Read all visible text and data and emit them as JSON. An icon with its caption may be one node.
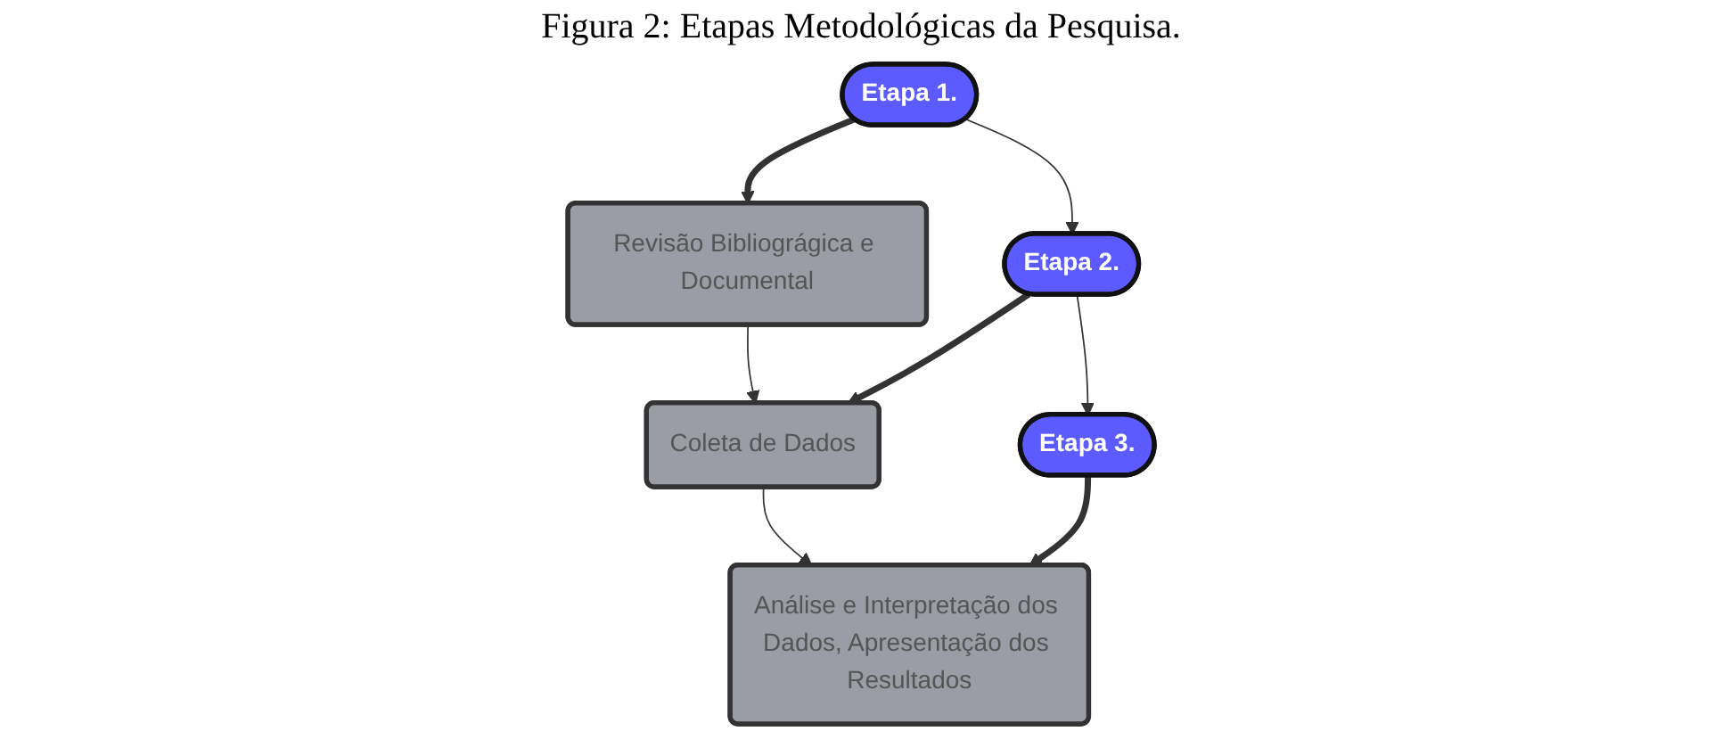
{
  "diagram": {
    "title": "Figura 2: Etapas Metodológicas da Pesquisa.",
    "nodes": [
      {
        "text": [
          "Etapa 1."
        ]
      },
      {
        "text": [
          "Revisão Bibliográgica e Documental"
        ]
      },
      {
        "text": [
          "Etapa 2."
        ]
      },
      {
        "text": [
          "Coleta de Dados"
        ]
      },
      {
        "text": [
          "Etapa 3."
        ]
      },
      {
        "text": [
          "Análise e Interpretação dos Dados, Apresentação dos Resultados"
        ]
      }
    ],
    "edges": [
      {
        "from": 0,
        "to": 1,
        "arrow": "to",
        "style": "thick"
      },
      {
        "from": 0,
        "to": 2,
        "arrow": "to"
      },
      {
        "from": 1,
        "to": 3,
        "arrow": "to"
      },
      {
        "from": 2,
        "to": 3,
        "arrow": "to",
        "style": "thick"
      },
      {
        "from": 2,
        "to": 4,
        "arrow": "to"
      },
      {
        "from": 3,
        "to": 5,
        "arrow": "to"
      },
      {
        "from": 4,
        "to": 5,
        "arrow": "to",
        "style": "thick"
      }
    ]
  }
}
